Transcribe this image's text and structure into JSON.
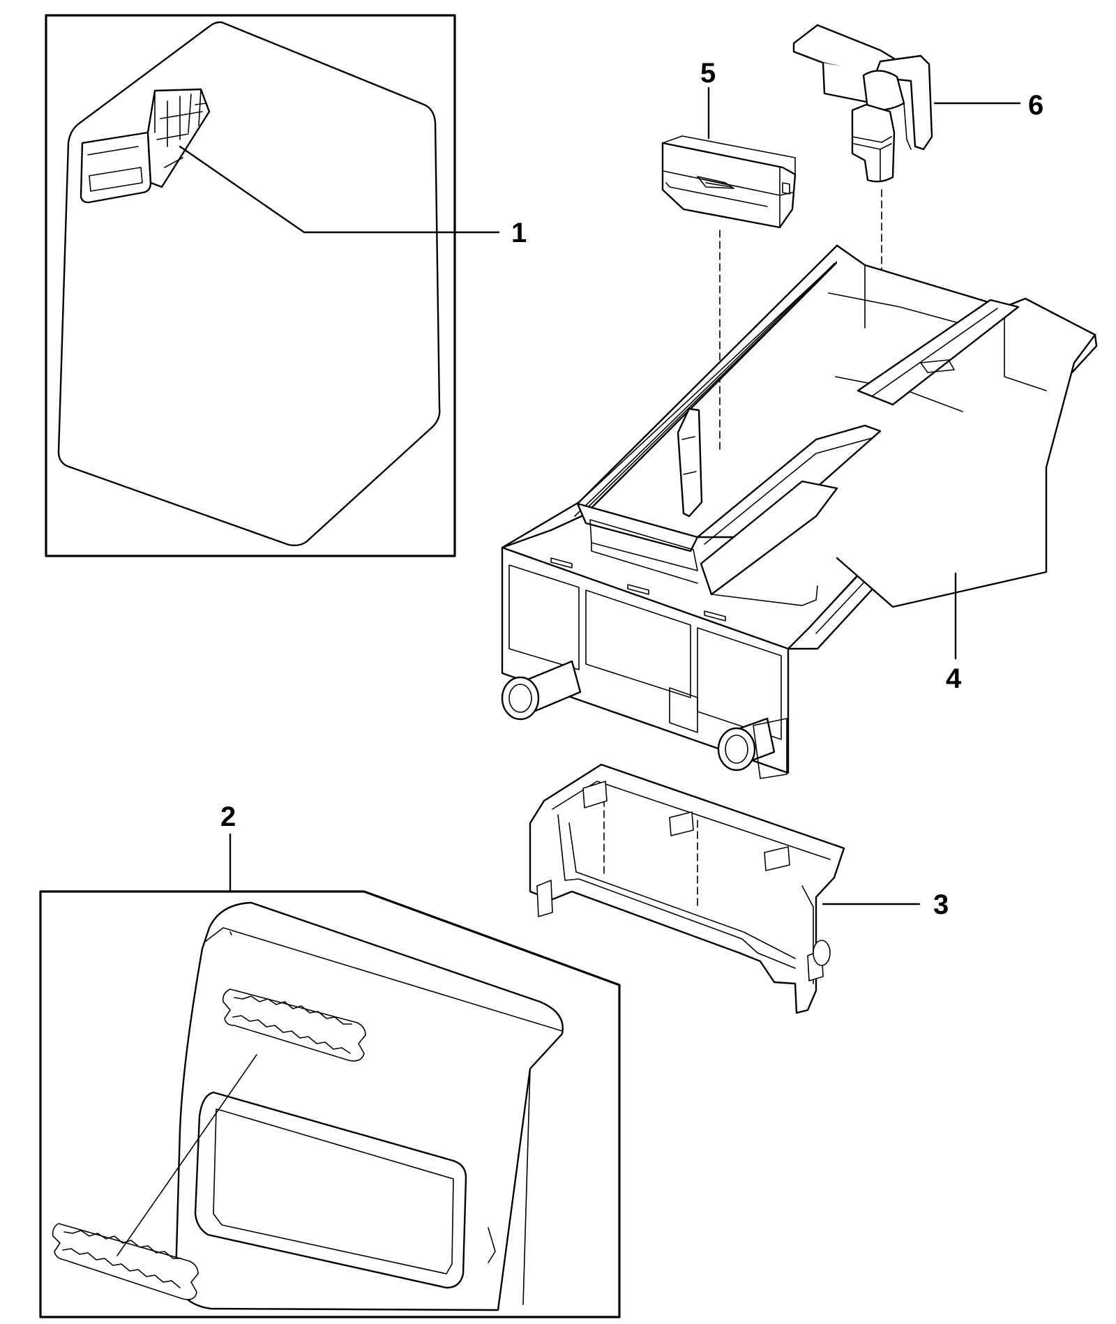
{
  "callouts": [
    {
      "id": "1",
      "label": "1"
    },
    {
      "id": "2",
      "label": "2"
    },
    {
      "id": "3",
      "label": "3"
    },
    {
      "id": "4",
      "label": "4"
    },
    {
      "id": "5",
      "label": "5"
    },
    {
      "id": "6",
      "label": "6"
    }
  ],
  "parts": [
    {
      "callout": "1",
      "name": "detergent-drawer-assembly-inset"
    },
    {
      "callout": "2",
      "name": "drawer-handle-panel-with-badge"
    },
    {
      "callout": "3",
      "name": "drawer-front-frame"
    },
    {
      "callout": "4",
      "name": "dispenser-drawer-housing"
    },
    {
      "callout": "5",
      "name": "softener-cap"
    },
    {
      "callout": "6",
      "name": "bleach-cap"
    }
  ],
  "style": {
    "line_color": "#000000",
    "background": "#ffffff"
  }
}
